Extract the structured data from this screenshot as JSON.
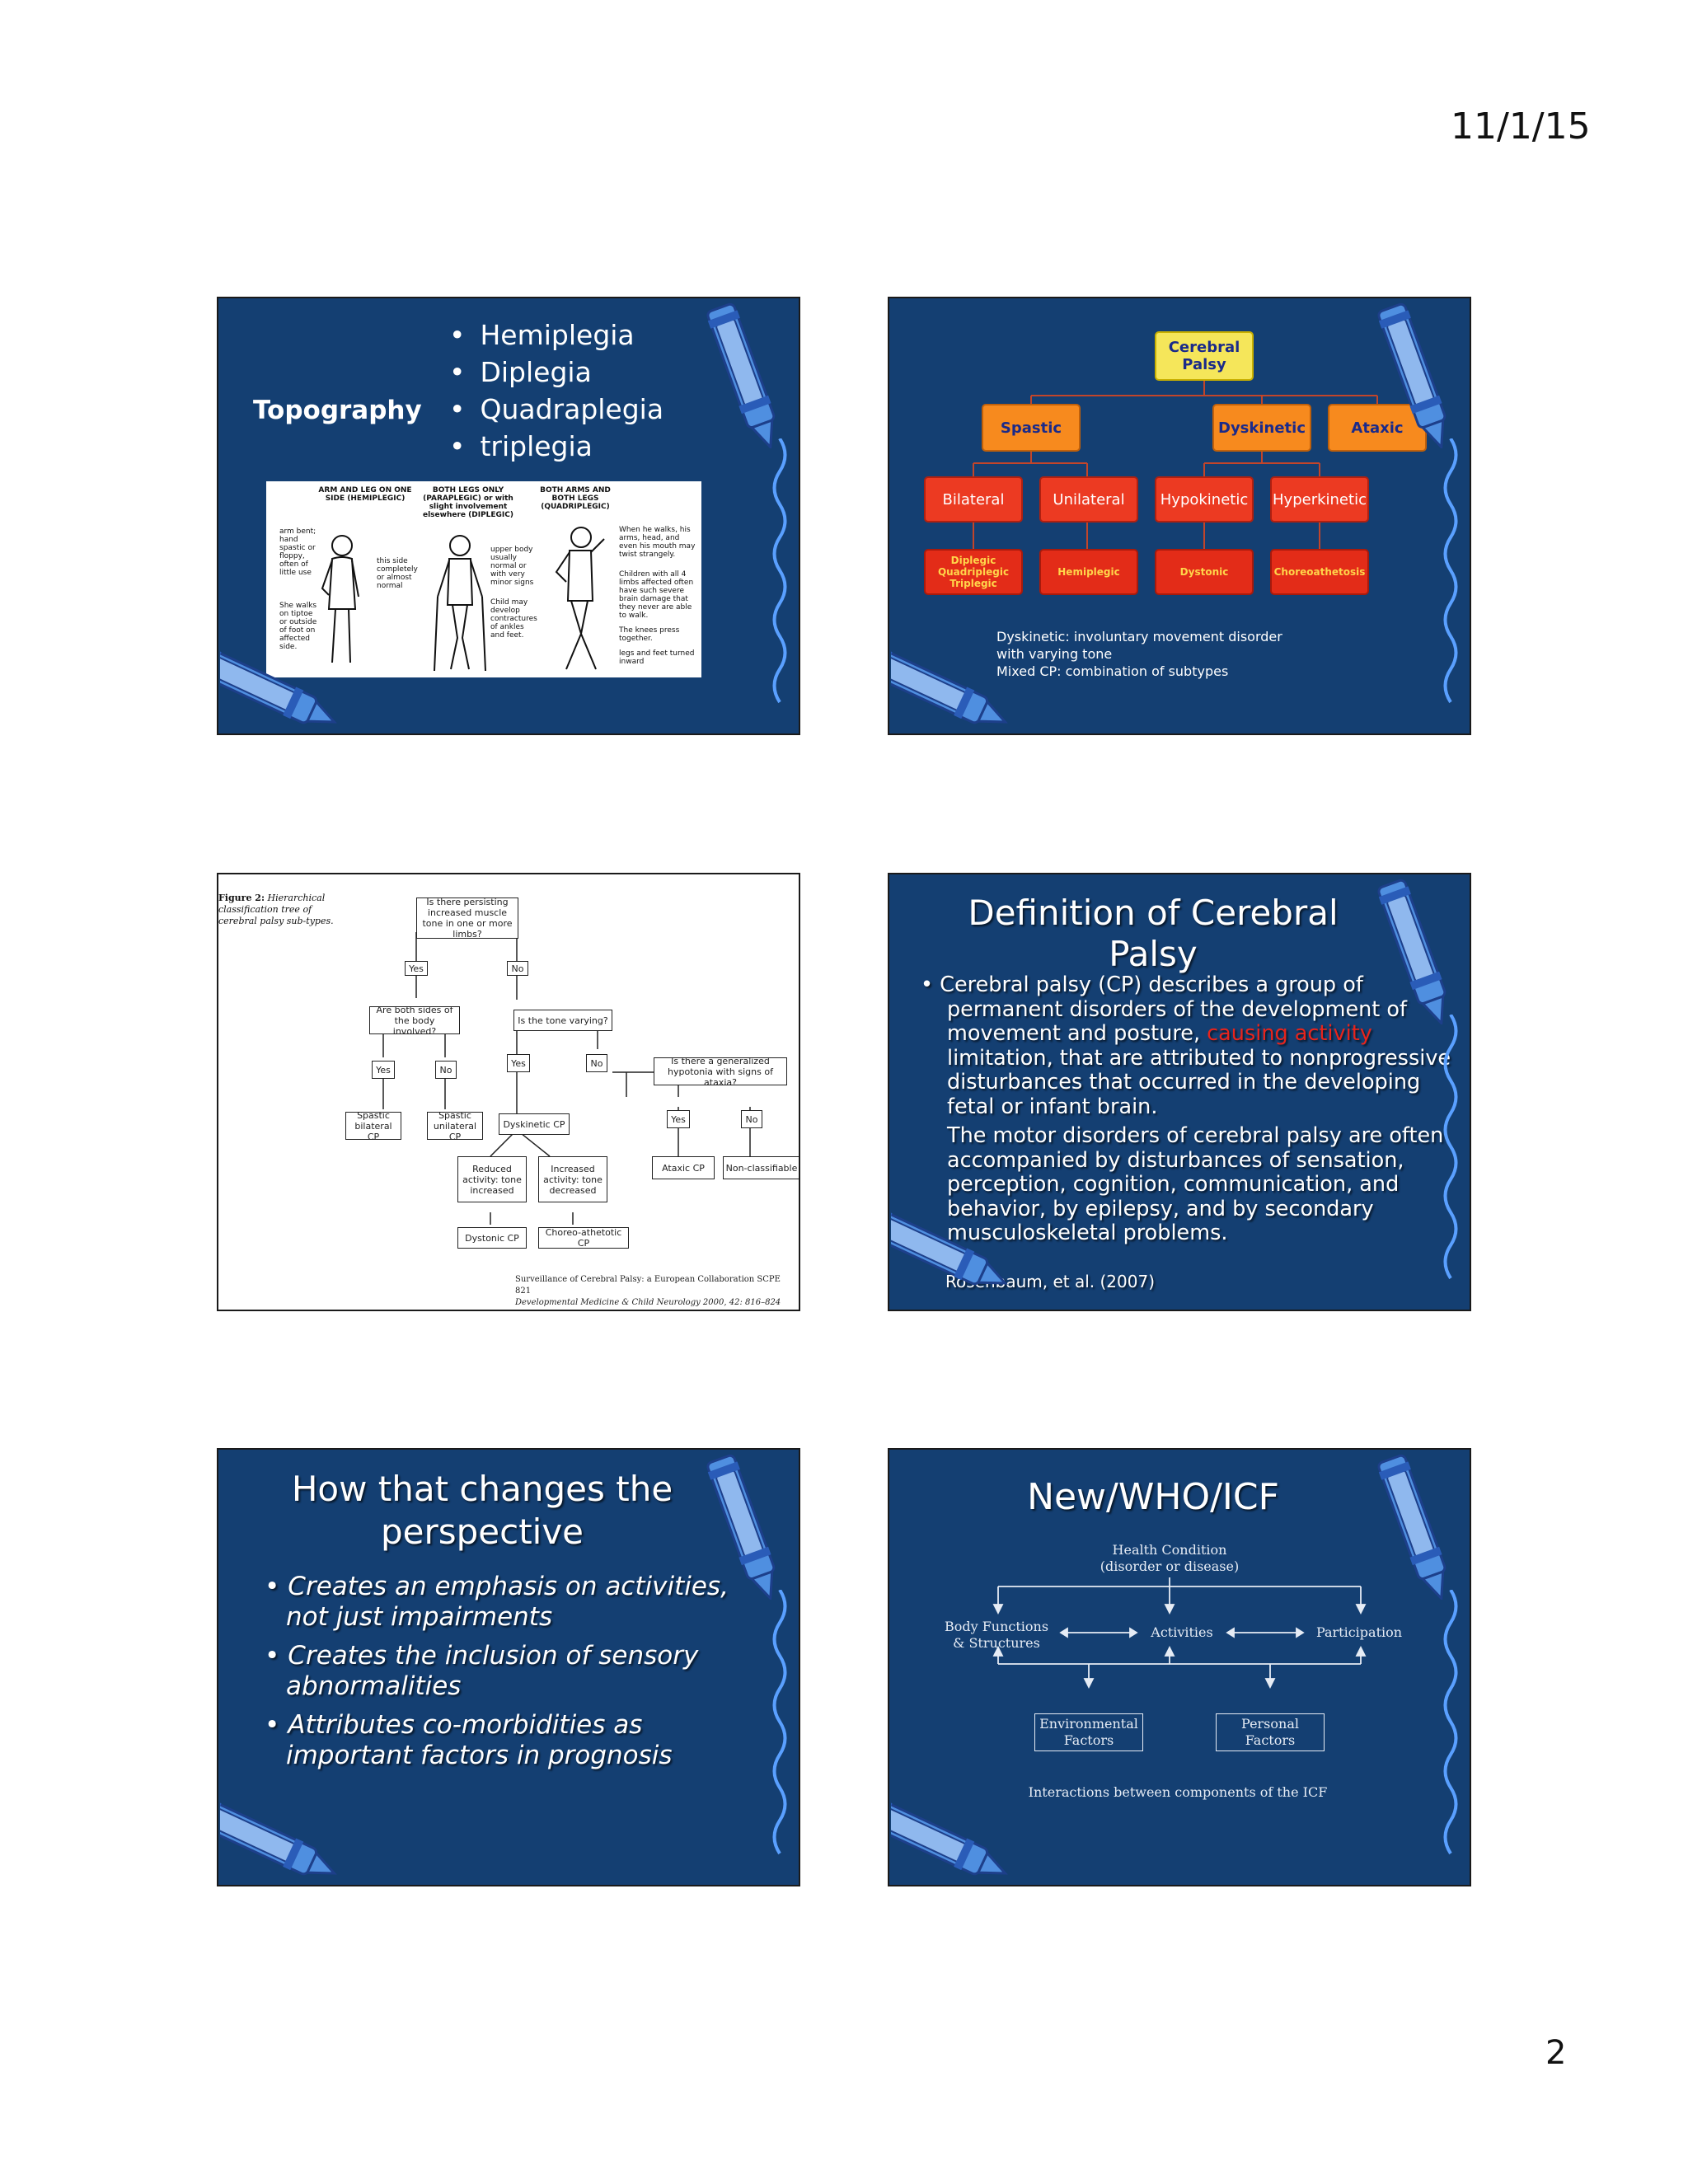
{
  "page": {
    "date": "11/1/15",
    "number": "2"
  },
  "slide1": {
    "topic": "Topography",
    "bullets": [
      "Hemiplegia",
      "Diplegia",
      "Quadraplegia",
      "triplegia"
    ],
    "figure": {
      "col1_head": "ARM AND LEG ON ONE SIDE (HEMIPLEGIC)",
      "col2_head": "BOTH LEGS ONLY (PARAPLEGIC) or with slight involvement elsewhere (DIPLEGIC)",
      "col3_head": "BOTH ARMS AND BOTH LEGS (QUADRIPLEGIC)",
      "note_a": "arm bent; hand spastic or floppy, often of little use",
      "note_b": "this side completely or almost normal",
      "note_c": "She walks on tiptoe or outside of foot on affected side.",
      "note_d": "upper body usually normal or with very minor signs",
      "note_e": "Child may develop contractures of ankles and feet.",
      "note_f": "When he walks, his arms, head, and even his mouth may twist strangely.",
      "note_g": "Children with all 4 limbs affected often have such severe brain damage that they never are able to walk.",
      "note_h": "The knees press together.",
      "note_i": "legs and feet turned inward"
    }
  },
  "slide2": {
    "root": "Cerebral Palsy",
    "level1": [
      "Spastic",
      "Dyskinetic",
      "Ataxic"
    ],
    "level2": [
      "Bilateral",
      "Unilateral",
      "Hypokinetic",
      "Hyperkinetic"
    ],
    "level3": [
      "Diplegic Quadriplegic Triplegic",
      "Hemiplegic",
      "Dystonic",
      "Choreoathetosis"
    ],
    "note_line1": "Dyskinetic:  involuntary movement disorder",
    "note_line2": "with varying tone",
    "note_line3": "Mixed CP:  combination of subtypes"
  },
  "slide3": {
    "caption_bold": "Figure 2:",
    "caption": "Hierarchical classification tree of cerebral palsy sub-types.",
    "q1": "Is there persisting increased muscle tone in one or more limbs?",
    "q2": "Are both sides of the body involved?",
    "q3": "Is the tone varying?",
    "q4": "Is there a generalized hypotonia with signs of ataxia?",
    "yes": "Yes",
    "no": "No",
    "r1": "Spastic bilateral CP",
    "r2": "Spastic unilateral CP",
    "r3": "Dyskinetic CP",
    "r4": "Reduced activity: tone increased",
    "r5": "Increased activity: tone decreased",
    "r6": "Dystonic CP",
    "r7": "Choreo-athetotic CP",
    "r8": "Ataxic CP",
    "r9": "Non-classifiable",
    "footer1": "Surveillance of Cerebral Palsy: a European Collaboration SCPE   821",
    "footer2": "Developmental Medicine & Child Neurology 2000, 42: 816–824"
  },
  "slide4": {
    "title": "Definition of Cerebral Palsy",
    "p1_a": "Cerebral palsy (CP) describes a group of permanent disorders of the development of movement and posture, ",
    "p1_red": "causing activity",
    "p1_b": " limitation, that are attributed to nonprogressive disturbances that occurred in the developing fetal or infant brain.",
    "p2": "The motor disorders of cerebral palsy are often accompanied by disturbances of sensation, perception, cognition, communication, and behavior, by epilepsy, and by secondary musculoskeletal problems.",
    "citation": "Rosenbaum, et al. (2007)"
  },
  "slide5": {
    "title": "How that changes  the perspective",
    "bullets": [
      "Creates an emphasis on activities, not just impairments",
      "Creates the inclusion of sensory abnormalities",
      "Attributes co-morbidities as important factors in prognosis"
    ]
  },
  "slide6": {
    "title": "New/WHO/ICF",
    "health_condition": "Health Condition",
    "health_sub": "(disorder or disease)",
    "body": "Body Functions & Structures",
    "activities": "Activities",
    "participation": "Participation",
    "environmental": "Environmental Factors",
    "personal": "Personal Factors",
    "caption": "Interactions between components of the ICF"
  },
  "colors": {
    "slide_bg": "#143f72",
    "accent_red": "#e8241c",
    "box_orange": "#f78a1e",
    "box_yellow": "#f5e65a"
  }
}
